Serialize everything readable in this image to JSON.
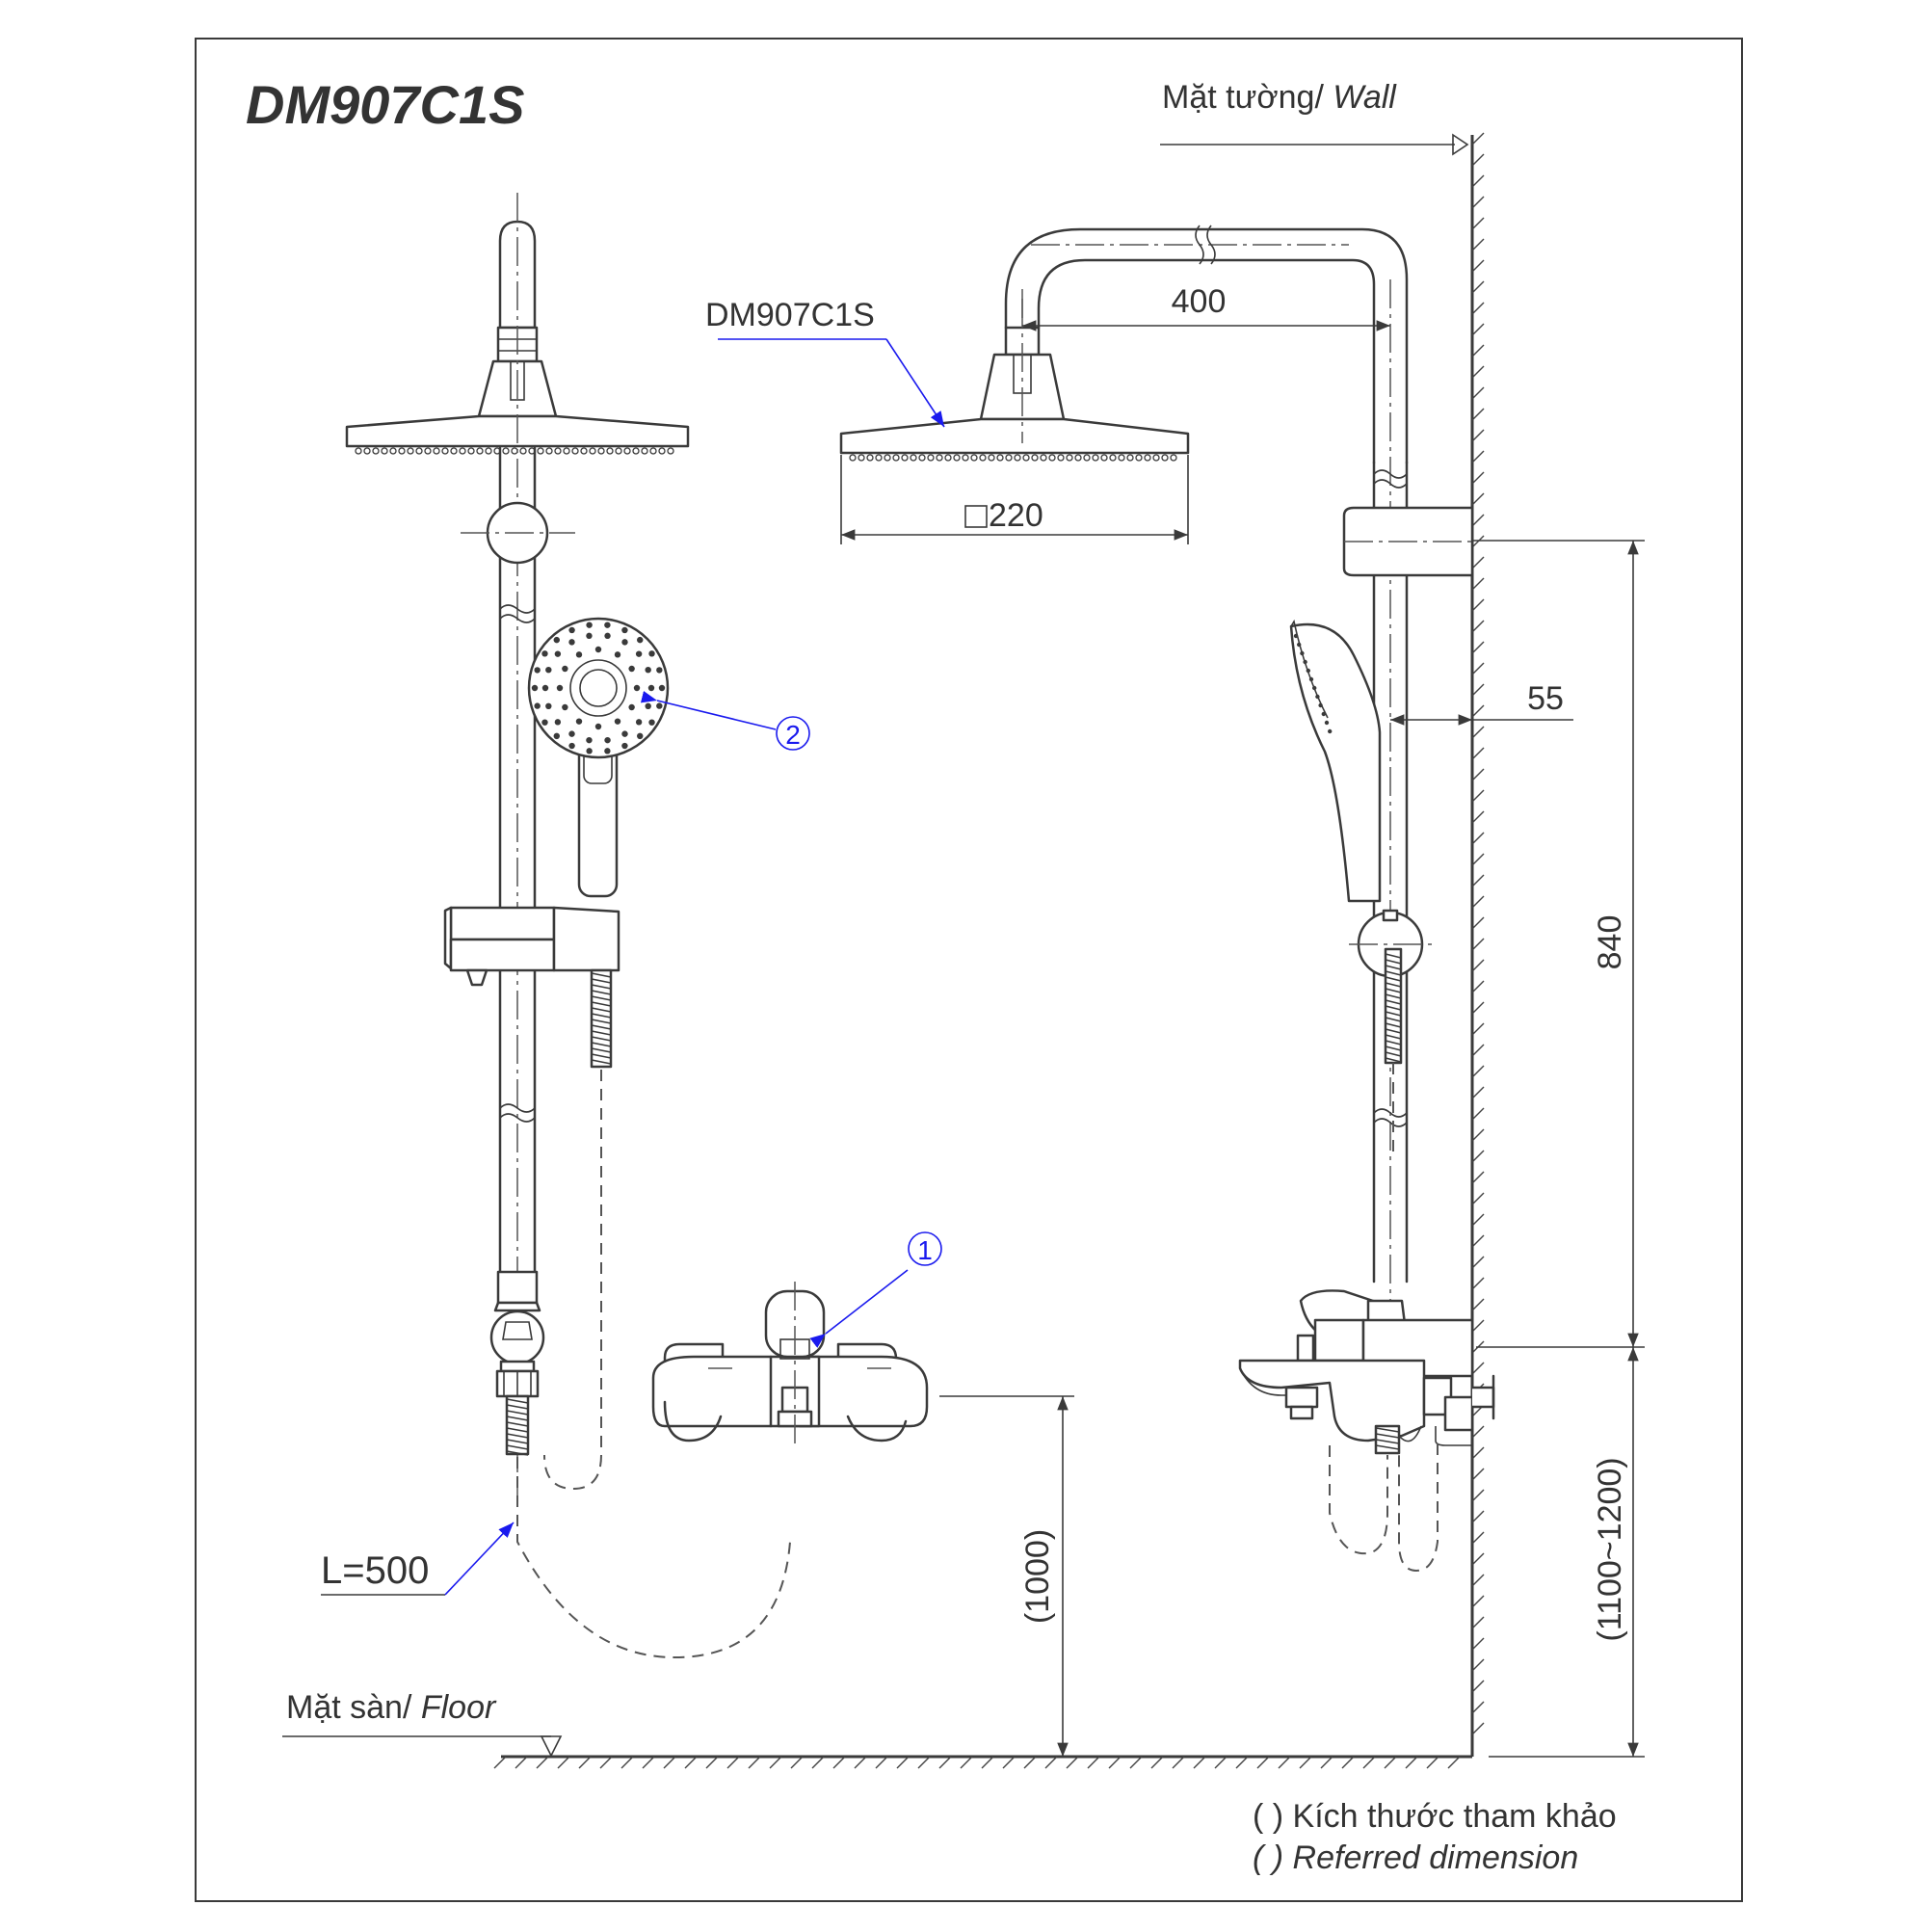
{
  "title": "DM907C1S",
  "labels": {
    "wall_vi": "Mặt tường/",
    "wall_en": "Wall",
    "floor_vi": "Mặt sàn/",
    "floor_en": "Floor",
    "part_label": "DM907C1S",
    "hose_length": "L=500",
    "callout_1": "1",
    "callout_2": "2"
  },
  "dimensions": {
    "arm_length": "400",
    "head_size": "220",
    "wall_offset": "55",
    "rail_height": "840",
    "mixer_height": "(1000)",
    "mixer_height_range": "(1100~1200)"
  },
  "legend": {
    "note_vi": "( ) Kích thước tham khảo",
    "note_en": "( ) Referred dimension"
  },
  "colors": {
    "line": "#3a3a3a",
    "callout": "#1a1aee"
  }
}
